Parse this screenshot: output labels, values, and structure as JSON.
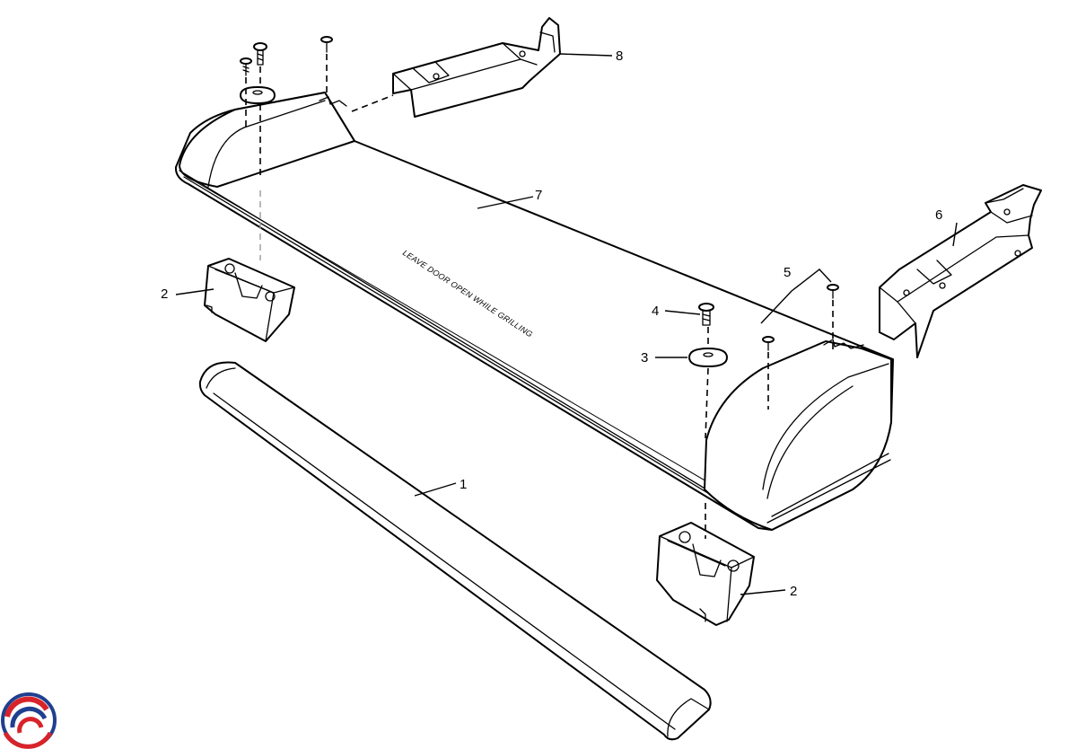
{
  "diagram": {
    "lid_text": "LEAVE DOOR OPEN WHILE GRILLING",
    "callouts": {
      "handle": "1",
      "end_cap_left": "2",
      "end_cap_right": "2",
      "spacer": "3",
      "screw_4": "4",
      "screws_5": "5",
      "hinge_right": "6",
      "lid": "7",
      "hinge_left": "8"
    }
  },
  "logo": {
    "name": "brand-logo",
    "colors": {
      "blue": "#1f3f8f",
      "red": "#d8232a"
    }
  }
}
